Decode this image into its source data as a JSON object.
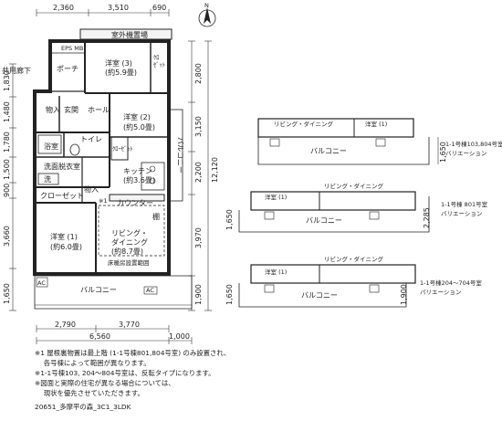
{
  "top_dims": [
    "2,360",
    "3,510",
    "690"
  ],
  "bottom_dims_inner": [
    "2,790",
    "3,770"
  ],
  "bottom_dim_total": "6,560",
  "bottom_dim_extra": "1,000",
  "left_dims": [
    "1,830",
    "1,480",
    "1,780",
    "1,500",
    "900",
    "3,660",
    "1,650"
  ],
  "right_dims": [
    "2,800",
    "3,150",
    "2,200",
    "12,120",
    "3,970",
    "1,900"
  ],
  "rooms": {
    "outdoor_unit": "室外機置場",
    "eps": "EPS MB",
    "porch": "ポーチ",
    "common_corridor": "共用廊下",
    "room3": "洋室 (3)",
    "room3_size": "(約5.9畳)",
    "closet_tl": "ｸﾛ",
    "closet_tl2": "ｾﾞｯﾄ",
    "storage1": "物入",
    "entrance": "玄関",
    "hall": "ホール",
    "room2": "洋室 (2)",
    "room2_size": "(約5.0畳)",
    "balcony_side": "バルコニー",
    "bath": "浴室",
    "toilet": "トイレ",
    "closet_mid": "ｸﾛｰｾﾞｯﾄ",
    "kitchen": "キッチン",
    "kitchen_size": "(約3.6畳)",
    "washroom": "洗面脱衣室",
    "wash": "洗",
    "closet_lower": "クローゼット",
    "storage2": "物入",
    "note_mark": "※1",
    "counter": "カウンター",
    "shelf": "棚",
    "room1": "洋室 (1)",
    "room1_size": "(約6.0畳)",
    "living": "リビング・",
    "dining": "ダイニング",
    "living_size": "(約8.7畳)",
    "floor_heat": "床暖房設置範囲",
    "balcony": "バルコニー",
    "ac": "AC"
  },
  "variations": [
    {
      "ld": "リビング・ダイニング",
      "room": "洋室 (1)",
      "balcony": "バルコニー",
      "label1": "1-1号棟103,804号室",
      "label2": "バリエーション",
      "dim": "1,650"
    },
    {
      "ld": "リビング・ダイニング",
      "room": "洋室 (1)",
      "balcony": "バルコニー",
      "label1": "1-1号棟 801号室",
      "label2": "バリエーション",
      "dim_left": "1,650",
      "dim_right": "2,285"
    },
    {
      "ld": "リビング・ダイニング",
      "room": "洋室 (1)",
      "balcony": "バルコニー",
      "label1": "1-1号棟204～704号室",
      "label2": "バリエーション",
      "dim_left": "1,650",
      "dim_right": "1,900"
    }
  ],
  "notes": [
    "※1 屋根裏物置は最上階 (1-1号棟801,804号室) のみ設置され、",
    "　 各号棟によって範囲が異なります。",
    "※1-1号棟103, 204～804号室は、反転タイプになります。",
    "※図面と実際の住宅が異なる場合については、",
    "　 現状を優先させていただきます。"
  ],
  "plan_code": "20651_多摩平の森_3C1_3LDK",
  "compass": "N"
}
